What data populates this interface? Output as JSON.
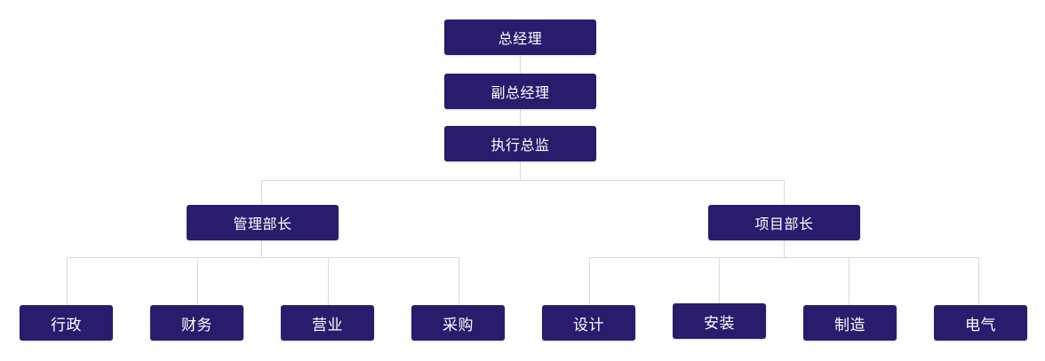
{
  "colors": {
    "node_fill": "#2a1b6d",
    "node_text": "#ffffff",
    "connector": "#d9d9d9",
    "background": "#ffffff"
  },
  "org": {
    "general_manager": "总经理",
    "deputy_general_manager": "副总经理",
    "executive_director": "执行总监",
    "management_head": "管理部长",
    "project_head": "项目部长",
    "management_depts": [
      "行政",
      "财务",
      "营业",
      "采购"
    ],
    "project_depts": [
      "设计",
      "安装",
      "制造",
      "电气"
    ]
  }
}
